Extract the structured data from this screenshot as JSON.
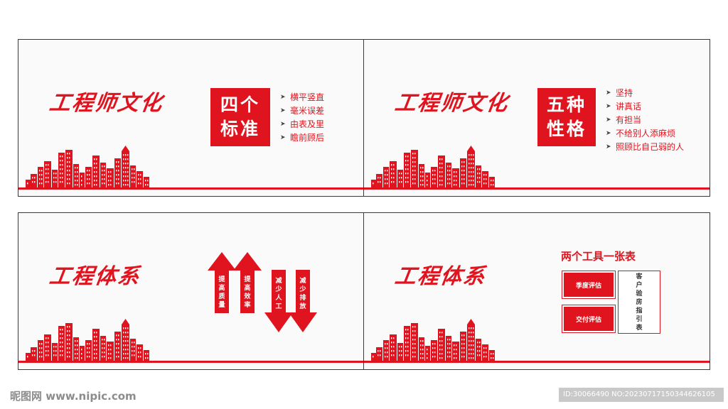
{
  "panels": {
    "p1": {
      "title": "工程师文化",
      "box": {
        "line1": "四个",
        "line2": "标准"
      },
      "items": [
        "横平竖直",
        "毫米误差",
        "由表及里",
        "瞻前顾后"
      ]
    },
    "p2": {
      "title": "工程师文化",
      "box": {
        "line1": "五种",
        "line2": "性格"
      },
      "items": [
        "坚持",
        "讲真话",
        "有担当",
        "不给别人添麻烦",
        "照顾比自己弱的人"
      ]
    },
    "p3": {
      "title": "工程体系",
      "arrows": [
        {
          "direction": "up",
          "label": "提高质量"
        },
        {
          "direction": "up",
          "label": "提高效率"
        },
        {
          "direction": "down",
          "label": "减少人工"
        },
        {
          "direction": "down",
          "label": "减少排放"
        }
      ]
    },
    "p4": {
      "title": "工程体系",
      "tools_title": "两个工具一张表",
      "tool1": "季度评估",
      "tool2": "交付评估",
      "guide": "客户验房指引表"
    }
  },
  "watermark": {
    "left": "昵图网 www.nipic.com",
    "right": "ID:30066490 NO:20230717150344626105"
  },
  "colors": {
    "accent": "#e0141e",
    "border": "#3a3a3a"
  },
  "icons": {
    "bullet": "chevron-right-icon",
    "decor": "city-skyline-icon"
  }
}
